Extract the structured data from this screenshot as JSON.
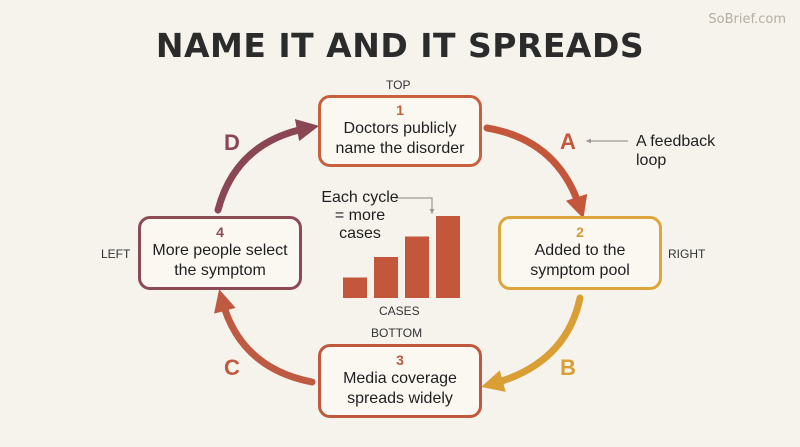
{
  "watermark": "SoBrief.com",
  "title": "NAME IT AND IT SPREADS",
  "positions": {
    "top": "TOP",
    "right": "RIGHT",
    "bottom": "BOTTOM",
    "left": "LEFT"
  },
  "steps": [
    {
      "num": "1",
      "text": "Doctors publicly name the disorder"
    },
    {
      "num": "2",
      "text": "Added to the symptom pool"
    },
    {
      "num": "3",
      "text": "Media coverage spreads widely"
    },
    {
      "num": "4",
      "text": "More people select the symptom"
    }
  ],
  "arrows": [
    {
      "letter": "A",
      "color": "#c4573b"
    },
    {
      "letter": "B",
      "color": "#d99f35"
    },
    {
      "letter": "C",
      "color": "#bf5a42"
    },
    {
      "letter": "D",
      "color": "#8a4653"
    }
  ],
  "feedback_note": "A feedback loop",
  "center_note": "Each cycle = more cases",
  "bars": {
    "label": "CASES",
    "color": "#c4573b",
    "values": [
      1,
      2,
      3,
      4
    ]
  }
}
